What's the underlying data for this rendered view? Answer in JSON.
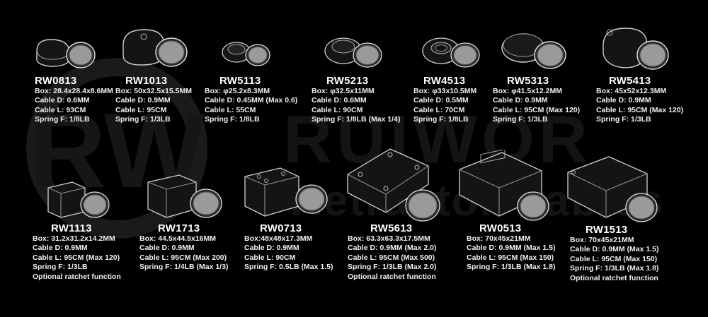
{
  "watermark": {
    "logo_text": "RW",
    "brand_text": "RUIWOR",
    "sub_text": "Retractor Cables"
  },
  "products": [
    {
      "code": "RW0813",
      "specs": [
        "Box: 28.4x28.4x8.6MM",
        "Cable D: 0.6MM",
        "Cable L: 93CM",
        "Spring F: 1/8LB"
      ]
    },
    {
      "code": "RW1013",
      "specs": [
        "Box: 50x32.5x15.5MM",
        "Cable D: 0.9MM",
        "Cable L: 95CM",
        "Spring F: 1/3LB"
      ]
    },
    {
      "code": "RW5113",
      "specs": [
        "Box: φ25.2x8.3MM",
        "Cable D: 0.45MM (Max 0.6)",
        "Cable L: 55CM",
        "Spring F: 1/8LB"
      ]
    },
    {
      "code": "RW5213",
      "specs": [
        "Box: φ32.5x11MM",
        "Cable D: 0.6MM",
        "Cable L: 90CM",
        "Spring F: 1/8LB (Max 1/4)"
      ]
    },
    {
      "code": "RW4513",
      "specs": [
        "Box: φ33x10.5MM",
        "Cable D: 0.5MM",
        "Cable L: 70CM",
        "Spring F: 1/8LB"
      ]
    },
    {
      "code": "RW5313",
      "specs": [
        "Box: φ41.5x12.2MM",
        "Cable D: 0.9MM",
        "Cable L: 95CM (Max 120)",
        "Spring F: 1/3LB"
      ]
    },
    {
      "code": "RW5413",
      "specs": [
        "Box: 45x52x12.3MM",
        "Cable D: 0.9MM",
        "Cable L: 95CM (Max 120)",
        "Spring F: 1/3LB"
      ]
    },
    {
      "code": "RW1113",
      "specs": [
        "Box: 31.2x31.2x14.2MM",
        "Cable D: 0.9MM",
        "Cable L: 95CM (Max 120)",
        "Spring F: 1/3LB",
        "Optional ratchet function"
      ]
    },
    {
      "code": "RW1713",
      "specs": [
        "Box: 44.5x44.5x16MM",
        "Cable D: 0.9MM",
        "Cable L: 95CM (Max 200)",
        "Spring F: 1/4LB (Max 1/3)"
      ]
    },
    {
      "code": "RW0713",
      "specs": [
        "Box:48x48x17.3MM",
        "Cable D: 0.9MM",
        "Cable L: 90CM",
        "Spring F: 0.5LB (Max 1.5)"
      ]
    },
    {
      "code": "RW5613",
      "specs": [
        "Box: 63.3x63.3x17.5MM",
        "Cable D: 0.9MM (Max 2.0)",
        "Cable L: 95CM (Max 500)",
        "Spring F: 1/3LB (Max 2.0)",
        "Optional ratchet function"
      ]
    },
    {
      "code": "RW0513",
      "specs": [
        "Box: 70x45x21MM",
        "Cable D: 0.9MM (Max 1.5)",
        "Cable L: 95CM (Max 150)",
        "Spring F: 1/3LB (Max 1.8)"
      ]
    },
    {
      "code": "RW1513",
      "specs": [
        "Box: 70x45x21MM",
        "Cable D: 0.9MM (Max 1.5)",
        "Cable L: 95CM (Max 150)",
        "Spring F: 1/3LB (Max 1.8)",
        "Optional ratchet function"
      ]
    }
  ]
}
